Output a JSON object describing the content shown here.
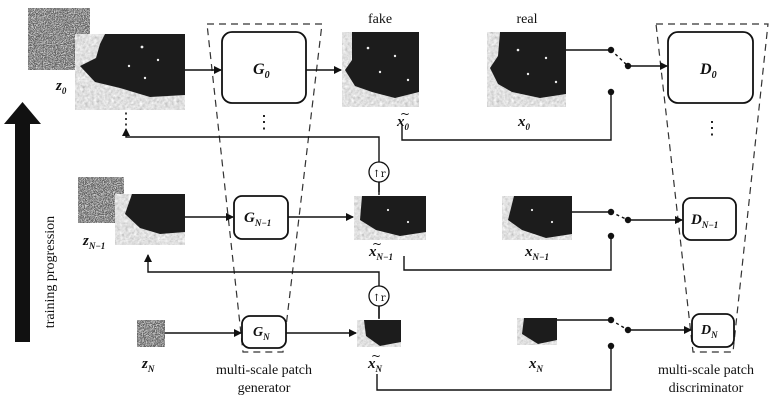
{
  "labels": {
    "fake": "fake",
    "real": "real",
    "training_progression": "training progression",
    "generator_caption_line1": "multi-scale patch",
    "generator_caption_line2": "generator",
    "discriminator_caption_line1": "multi-scale patch",
    "discriminator_caption_line2": "discriminator",
    "ellipsis": "⋮",
    "upsample_symbol": "↑r"
  },
  "generators": {
    "g0": {
      "base": "G",
      "sub": "0"
    },
    "gn1": {
      "base": "G",
      "sub": "N−1"
    },
    "gn": {
      "base": "G",
      "sub": "N"
    }
  },
  "discriminators": {
    "d0": {
      "base": "D",
      "sub": "0"
    },
    "dn1": {
      "base": "D",
      "sub": "N−1"
    },
    "dn": {
      "base": "D",
      "sub": "N"
    }
  },
  "variables": {
    "z0": {
      "base": "z",
      "sub": "0"
    },
    "zn1": {
      "base": "z",
      "sub": "N−1"
    },
    "zn": {
      "base": "z",
      "sub": "N"
    },
    "xt0": {
      "base": "x",
      "sub": "0",
      "accent": "~"
    },
    "xtn1": {
      "base": "x",
      "sub": "N−1",
      "accent": "~"
    },
    "xtn": {
      "base": "x",
      "sub": "N",
      "accent": "~"
    },
    "x0": {
      "base": "x",
      "sub": "0"
    },
    "xn1": {
      "base": "x",
      "sub": "N−1"
    },
    "xn": {
      "base": "x",
      "sub": "N"
    }
  }
}
